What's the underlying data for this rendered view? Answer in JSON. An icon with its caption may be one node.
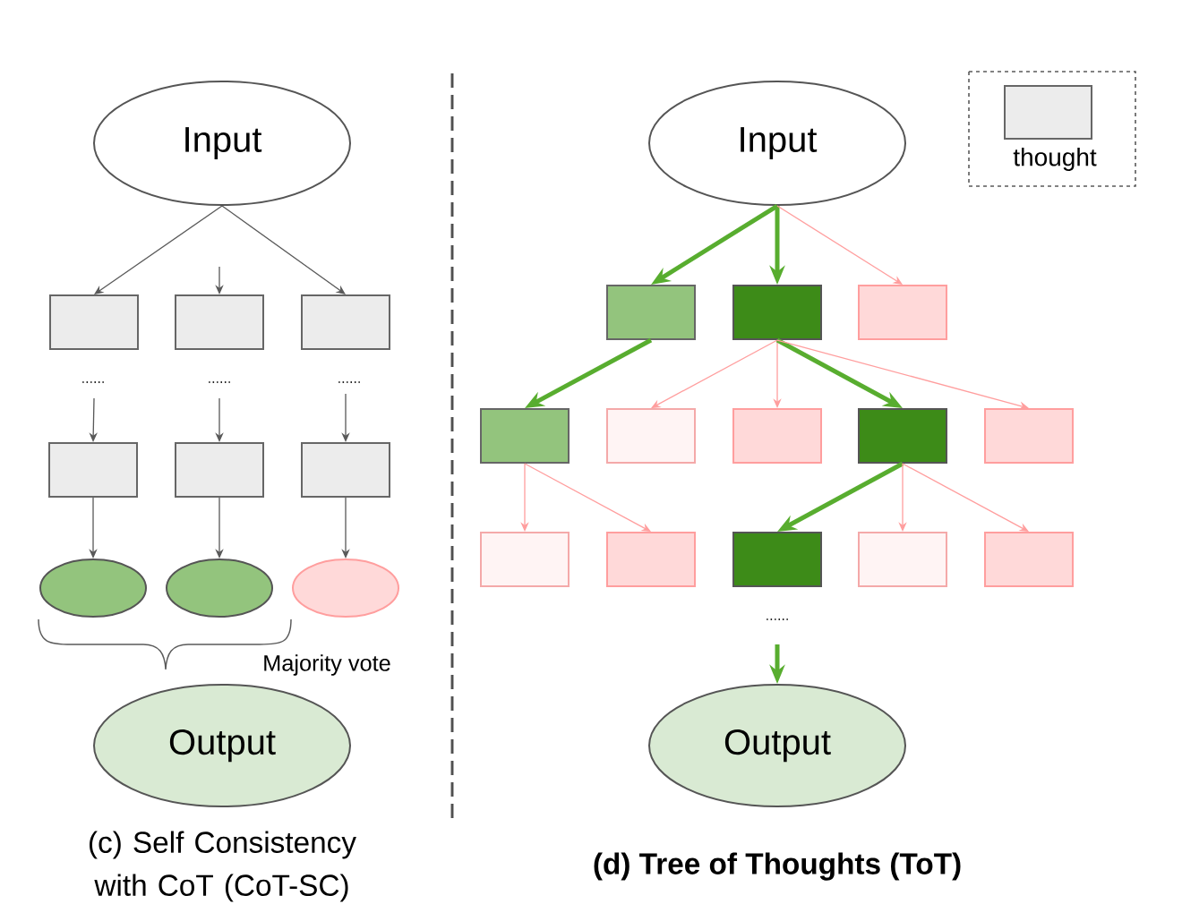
{
  "diagram": {
    "nodes": [
      {
        "text": [
          "Input"
        ]
      },
      {
        "text": [],
        "shape": "box"
      },
      {
        "text": [],
        "shape": "box"
      },
      {
        "text": [],
        "shape": "box"
      },
      {
        "text": [],
        "shape": "box"
      },
      {
        "text": [],
        "shape": "box"
      },
      {
        "text": [],
        "shape": "box"
      },
      {
        "text": [],
        "shape": "ellipse"
      },
      {
        "text": [],
        "shape": "ellipse"
      },
      {
        "text": [],
        "shape": "ellipse"
      },
      {
        "text": [
          "Output"
        ]
      },
      {
        "text": [
          "Input"
        ]
      },
      {
        "text": [],
        "shape": "box"
      },
      {
        "text": [],
        "shape": "box"
      },
      {
        "text": [],
        "shape": "box"
      },
      {
        "text": [],
        "shape": "box"
      },
      {
        "text": [],
        "shape": "box"
      },
      {
        "text": [],
        "shape": "box"
      },
      {
        "text": [],
        "shape": "box"
      },
      {
        "text": [],
        "shape": "box"
      },
      {
        "text": [],
        "shape": "box"
      },
      {
        "text": [],
        "shape": "box"
      },
      {
        "text": [],
        "shape": "box"
      },
      {
        "text": [],
        "shape": "box"
      },
      {
        "text": [],
        "shape": "box"
      },
      {
        "text": [
          "Output"
        ]
      }
    ],
    "edges": [
      {
        "from": 0,
        "to": 1,
        "arrow": "to"
      },
      {
        "from": null,
        "to": 2,
        "arrow": "to"
      },
      {
        "from": 0,
        "to": 3,
        "arrow": "to"
      },
      {
        "from": null,
        "to": 4,
        "arrow": "to"
      },
      {
        "from": null,
        "to": 5,
        "arrow": "to"
      },
      {
        "from": null,
        "to": 6,
        "arrow": "to"
      },
      {
        "from": 4,
        "to": 7,
        "arrow": "to"
      },
      {
        "from": 5,
        "to": 8,
        "arrow": "to"
      },
      {
        "from": 6,
        "to": 9,
        "arrow": "to"
      },
      {
        "from": 11,
        "to": 12,
        "arrow": "to",
        "style": "thick",
        "color": "#58ad2f"
      },
      {
        "from": 11,
        "to": 13,
        "arrow": "to",
        "style": "thick",
        "color": "#58ad2f"
      },
      {
        "from": 11,
        "to": 14,
        "arrow": "to",
        "color": "#ff9e9e"
      },
      {
        "from": 12,
        "to": 15,
        "arrow": "to",
        "style": "thick",
        "color": "#58ad2f"
      },
      {
        "from": 13,
        "to": 16,
        "arrow": "to",
        "color": "#ff9e9e"
      },
      {
        "from": 13,
        "to": 17,
        "arrow": "to",
        "color": "#ff9e9e"
      },
      {
        "from": 13,
        "to": 18,
        "arrow": "to",
        "style": "thick",
        "color": "#58ad2f"
      },
      {
        "from": 13,
        "to": 19,
        "arrow": "to",
        "color": "#ff9e9e"
      },
      {
        "from": 15,
        "to": 20,
        "arrow": "to",
        "color": "#ff9e9e"
      },
      {
        "from": 15,
        "to": 21,
        "arrow": "to",
        "color": "#ff9e9e"
      },
      {
        "from": 18,
        "to": 22,
        "arrow": "to",
        "style": "thick",
        "color": "#58ad2f"
      },
      {
        "from": 18,
        "to": 23,
        "arrow": "to",
        "color": "#ff9e9e"
      },
      {
        "from": 18,
        "to": 24,
        "arrow": "to",
        "color": "#ff9e9e"
      },
      {
        "from": null,
        "to": 25,
        "arrow": "to",
        "style": "thick",
        "color": "#58ad2f"
      }
    ],
    "labels": [
      "......",
      "......",
      "......",
      "Majority vote",
      "......",
      "(c) Self Consistency with CoT (CoT-SC)",
      "(d) Tree of Thoughts (ToT)"
    ],
    "legend": [
      {
        "text": "thought"
      }
    ]
  }
}
